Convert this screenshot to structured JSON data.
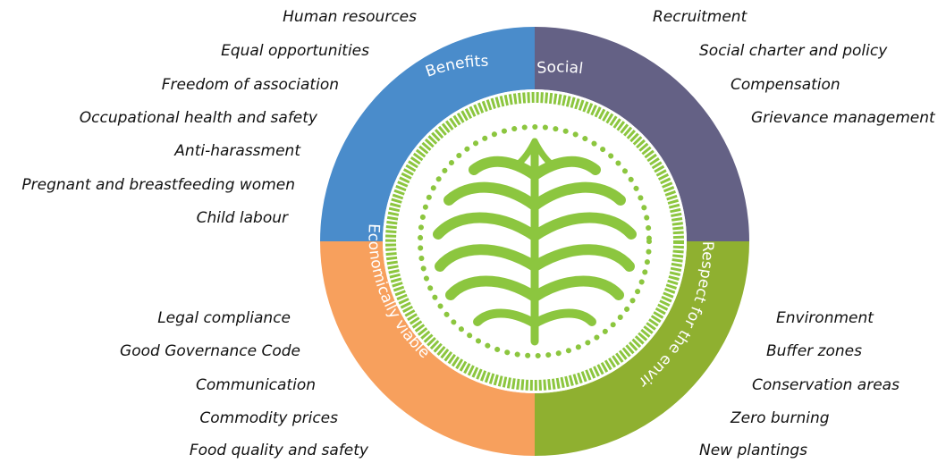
{
  "colors": {
    "benefits": "#4a8ccb",
    "social": "#646185",
    "environment": "#8fb030",
    "economic": "#f7a05d",
    "leaf": "#8cc63f"
  },
  "segments": {
    "benefits": "Benefits",
    "social": "Social",
    "environment": "Respect for the environment",
    "economic": "Economically viable"
  },
  "icons": {
    "center": "palm-leaf-icon"
  },
  "lists": {
    "top_left": [
      "Human resources",
      "Equal opportunities",
      "Freedom of association",
      "Occupational health and safety",
      "Anti-harassment",
      "Pregnant and breastfeeding women",
      "Child labour"
    ],
    "top_right": [
      "Recruitment",
      "Social charter and policy",
      "Compensation",
      "Grievance management"
    ],
    "bottom_left": [
      "Legal compliance",
      "Good Governance Code",
      "Communication",
      "Commodity prices",
      "Food quality and safety"
    ],
    "bottom_right": [
      "Environment",
      "Buffer zones",
      "Conservation areas",
      "Zero burning",
      "New plantings"
    ]
  }
}
